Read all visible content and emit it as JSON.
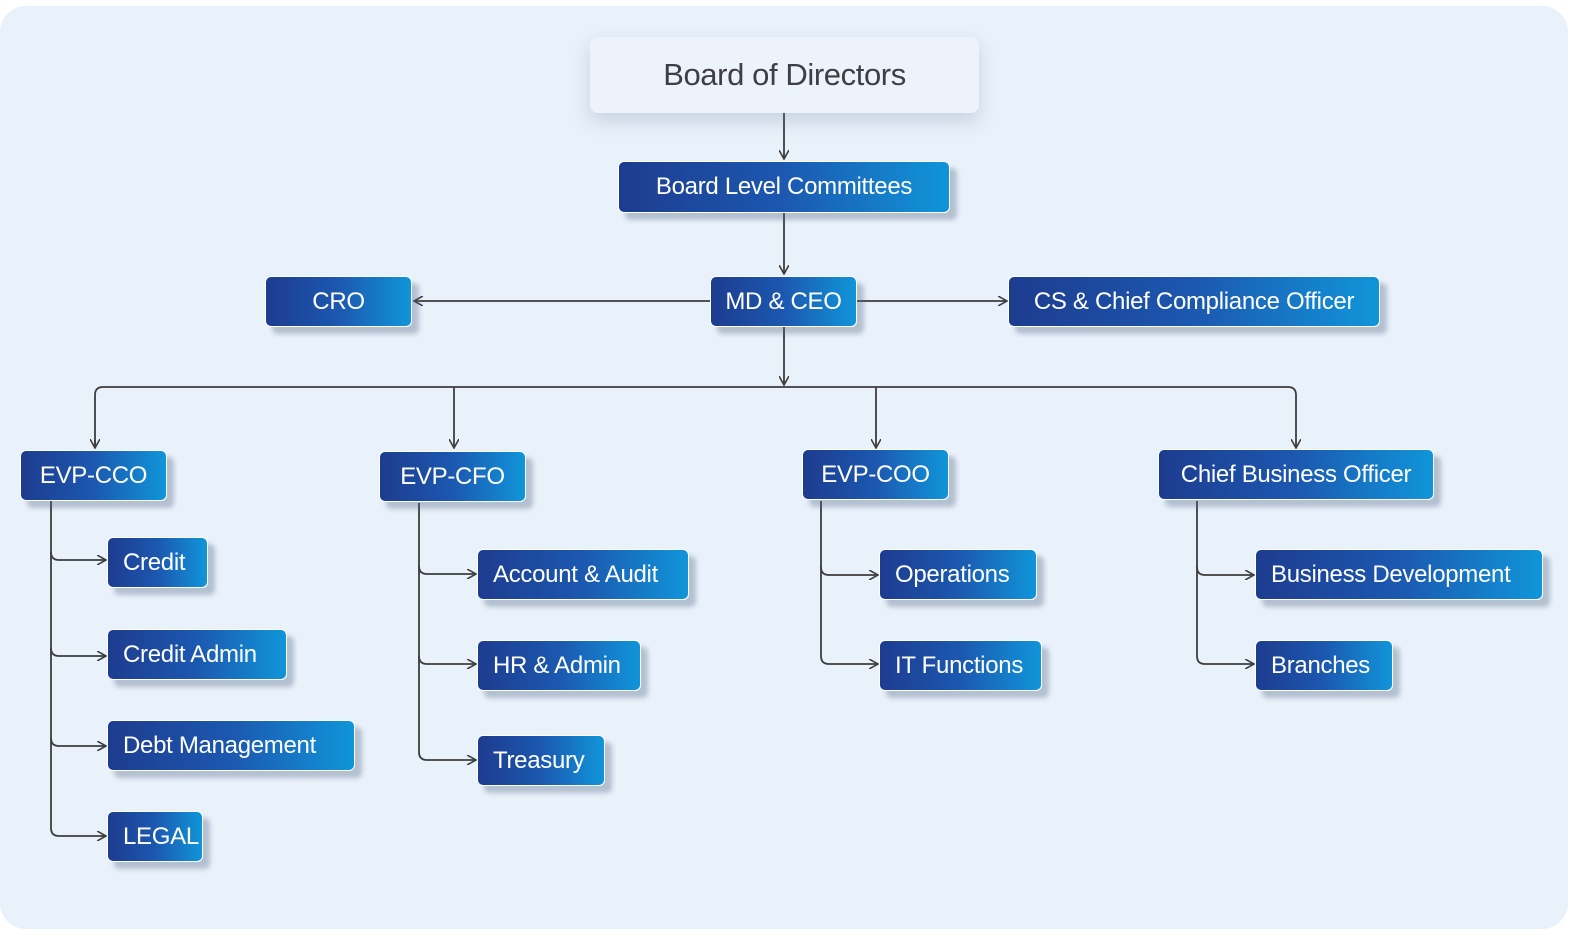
{
  "chart": {
    "board": "Board of Directors",
    "committees": "Board Level Committees",
    "ceo": "MD & CEO",
    "cro": "CRO",
    "cs": "CS & Chief Compliance Officer",
    "cco": {
      "title": "EVP-CCO",
      "items": [
        "Credit",
        "Credit Admin",
        "Debt Management",
        "LEGAL"
      ]
    },
    "cfo": {
      "title": "EVP-CFO",
      "items": [
        "Account & Audit",
        "HR & Admin",
        "Treasury"
      ]
    },
    "coo": {
      "title": "EVP-COO",
      "items": [
        "Operations",
        "IT Functions"
      ]
    },
    "cbo": {
      "title": "Chief Business Officer",
      "items": [
        "Business Development",
        "Branches"
      ]
    }
  },
  "colors": {
    "panel": "#e9f1fa",
    "box_gradient_start": "#1d3c8f",
    "box_gradient_end": "#1095d9",
    "connector": "#3d3d3d"
  }
}
